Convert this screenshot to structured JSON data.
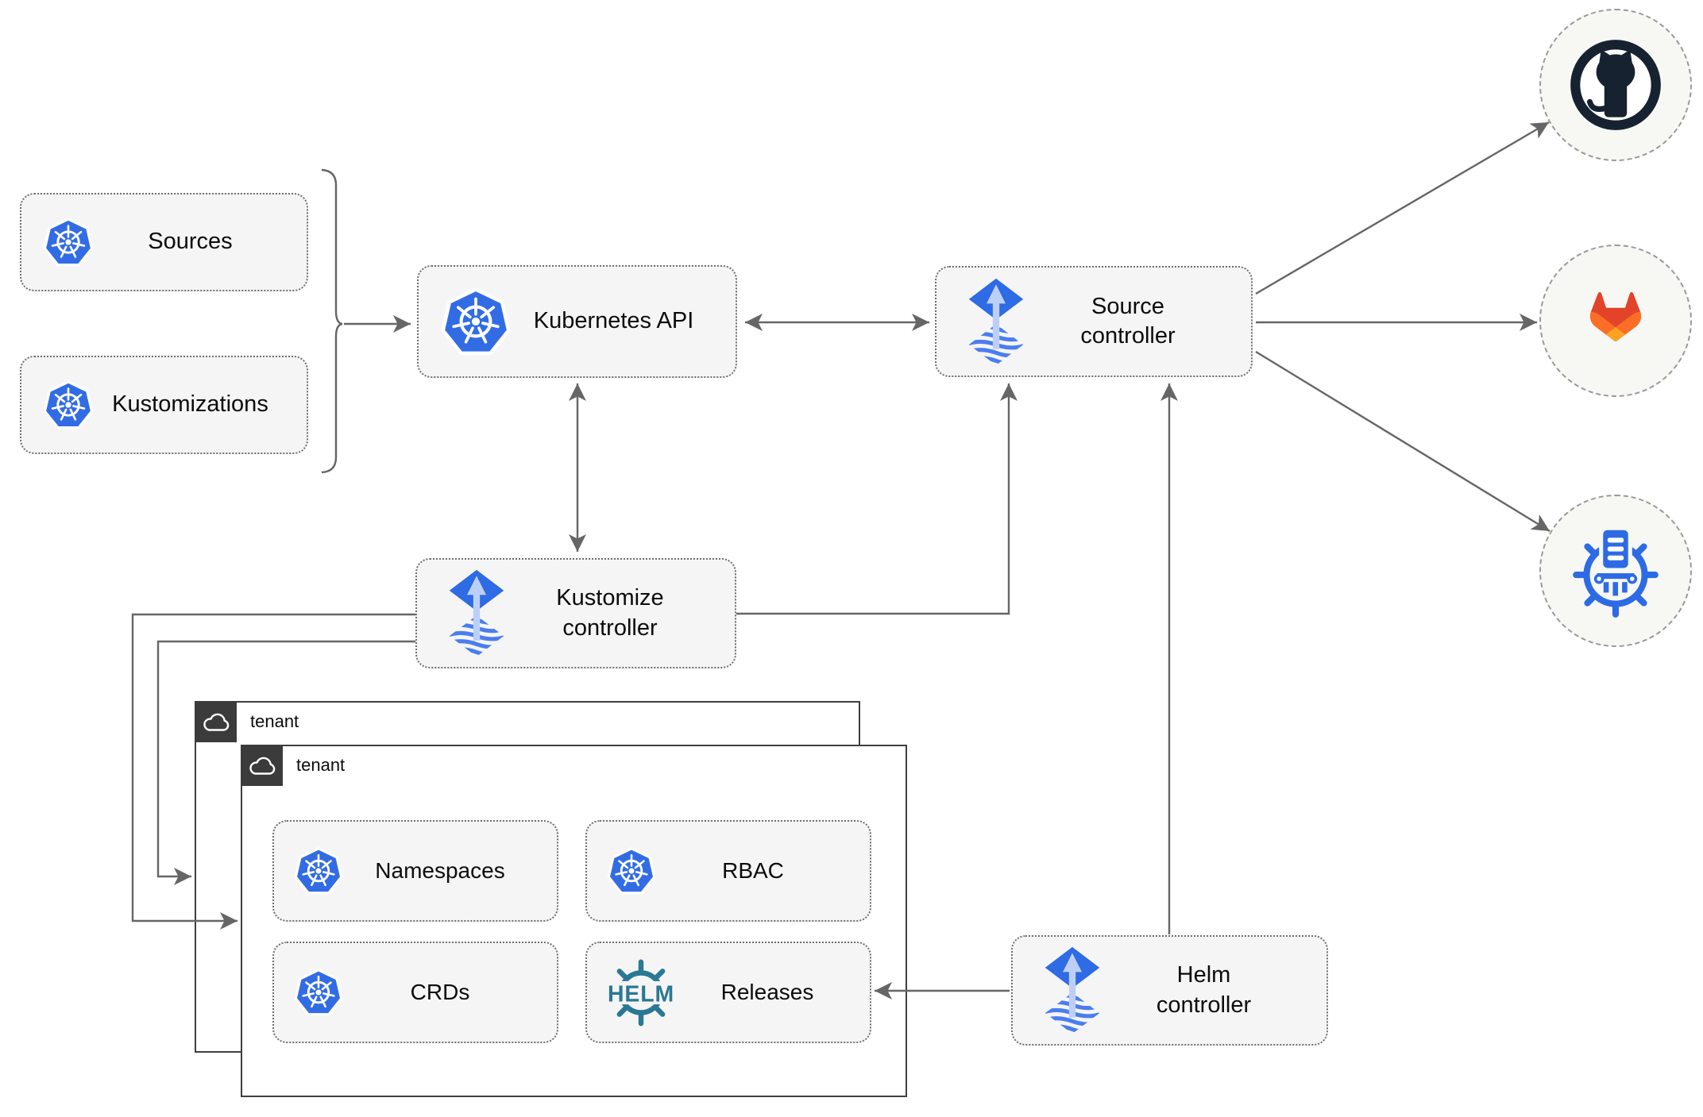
{
  "diagram": {
    "nodes": {
      "sources": {
        "label": "Sources",
        "icon": "kubernetes-icon"
      },
      "kustomizations": {
        "label": "Kustomizations",
        "icon": "kubernetes-icon"
      },
      "kubernetes_api": {
        "label": "Kubernetes API",
        "icon": "kubernetes-icon"
      },
      "source_controller": {
        "label": "Source controller",
        "icon": "flux-icon"
      },
      "kustomize_controller": {
        "label": "Kustomize controller",
        "icon": "flux-icon"
      },
      "helm_controller": {
        "label": "Helm controller",
        "icon": "flux-icon"
      },
      "namespaces": {
        "label": "Namespaces",
        "icon": "kubernetes-icon"
      },
      "rbac": {
        "label": "RBAC",
        "icon": "kubernetes-icon"
      },
      "crds": {
        "label": "CRDs",
        "icon": "kubernetes-icon"
      },
      "releases": {
        "label": "Releases",
        "icon": "helm-icon"
      }
    },
    "tenants": [
      {
        "label": "tenant"
      },
      {
        "label": "tenant"
      }
    ],
    "providers": [
      {
        "name": "github",
        "icon": "github-icon"
      },
      {
        "name": "gitlab",
        "icon": "gitlab-icon"
      },
      {
        "name": "helm-chart-repository",
        "icon": "chartmuseum-icon"
      }
    ],
    "helm_logo_text": "HELM",
    "edges": [
      {
        "from": "sources-and-kustomizations",
        "to": "kubernetes_api",
        "type": "arrow"
      },
      {
        "from": "kubernetes_api",
        "to": "source_controller",
        "type": "double-arrow"
      },
      {
        "from": "kubernetes_api",
        "to": "kustomize_controller",
        "type": "double-arrow"
      },
      {
        "from": "kustomize_controller",
        "to": "source_controller",
        "type": "arrow"
      },
      {
        "from": "kustomize_controller",
        "to": "tenant-back",
        "type": "arrow"
      },
      {
        "from": "kustomize_controller",
        "to": "tenant-front",
        "type": "arrow"
      },
      {
        "from": "helm_controller",
        "to": "source_controller",
        "type": "arrow"
      },
      {
        "from": "helm_controller",
        "to": "releases",
        "type": "arrow"
      },
      {
        "from": "source_controller",
        "to": "github",
        "type": "arrow"
      },
      {
        "from": "source_controller",
        "to": "gitlab",
        "type": "arrow"
      },
      {
        "from": "source_controller",
        "to": "helm-chart-repository",
        "type": "arrow"
      }
    ],
    "colors": {
      "kubernetes_blue": "#326CE5",
      "flux_blue": "#2E6BE4",
      "flux_light_blue": "#BCD0F7",
      "helm_teal": "#2A7894",
      "github_dark": "#16222F",
      "gitlab_red_orange": "#E24329",
      "gitlab_orange": "#FC6D26",
      "gitlab_light_orange": "#FCA326",
      "chartmuseum_blue": "#2D6BE5",
      "arrow_gray": "#666666",
      "node_fill": "#F5F5F5",
      "tenant_border": "#3F3F3F",
      "tenant_label_bg": "#3B3B3B",
      "provider_fill": "#F7F7F4"
    }
  }
}
